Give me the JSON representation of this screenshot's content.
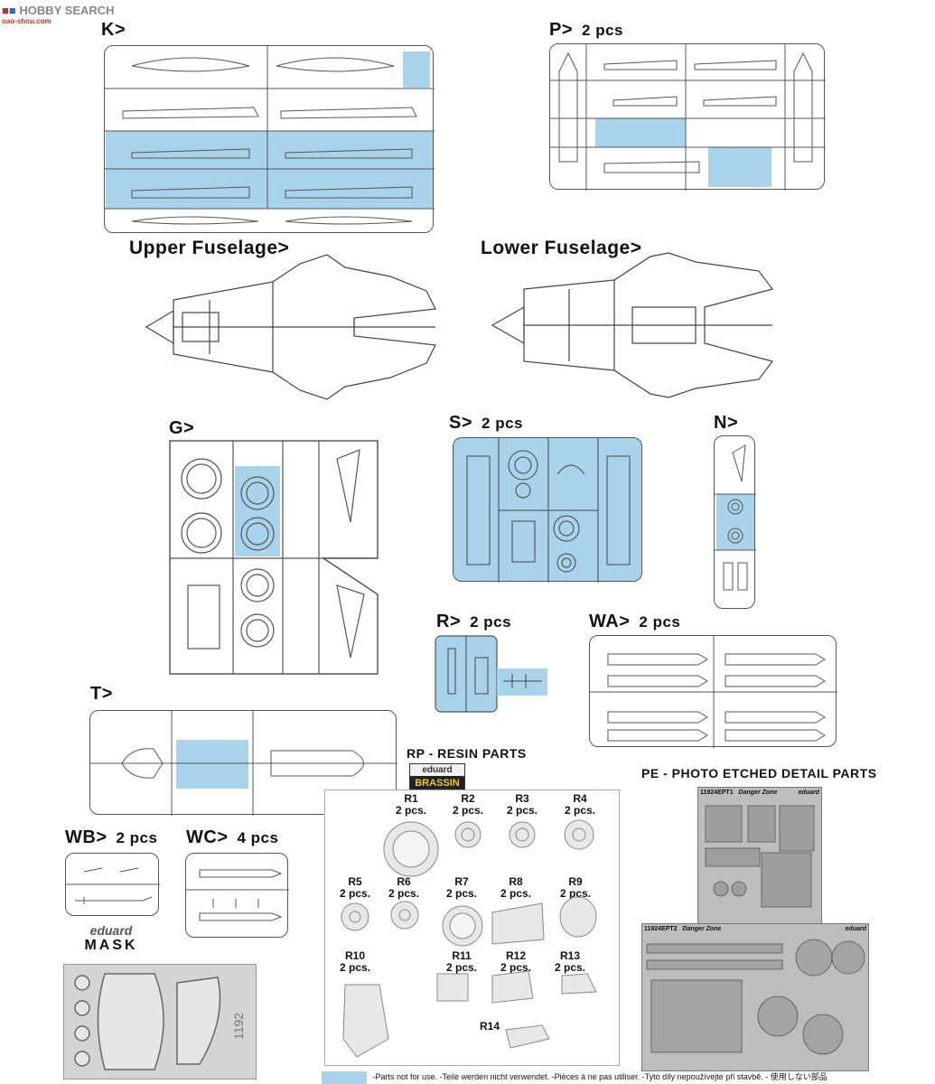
{
  "watermark": {
    "text": "HOBBY SEARCH",
    "sub": "oao-shou.com"
  },
  "sprues": {
    "K": {
      "label": "K>",
      "pcs": ""
    },
    "P": {
      "label": "P>",
      "pcs": "2 pcs"
    },
    "S": {
      "label": "S>",
      "pcs": "2 pcs"
    },
    "N": {
      "label": "N>",
      "pcs": ""
    },
    "G": {
      "label": "G>",
      "pcs": ""
    },
    "R": {
      "label": "R>",
      "pcs": "2 pcs"
    },
    "WA": {
      "label": "WA>",
      "pcs": "2 pcs"
    },
    "T": {
      "label": "T>",
      "pcs": ""
    },
    "WB": {
      "label": "WB>",
      "pcs": "2 pcs"
    },
    "WC": {
      "label": "WC>",
      "pcs": "4 pcs"
    }
  },
  "fuselage": {
    "upper": "Upper Fuselage>",
    "lower": "Lower Fuselage>"
  },
  "resin": {
    "title": "RP - RESIN PARTS",
    "logo_top": "eduard",
    "logo_bottom": "BRASSIN",
    "parts": [
      {
        "id": "R1",
        "qty": "2 pcs."
      },
      {
        "id": "R2",
        "qty": "2 pcs."
      },
      {
        "id": "R3",
        "qty": "2 pcs."
      },
      {
        "id": "R4",
        "qty": "2 pcs."
      },
      {
        "id": "R5",
        "qty": "2 pcs."
      },
      {
        "id": "R6",
        "qty": "2 pcs."
      },
      {
        "id": "R7",
        "qty": "2 pcs."
      },
      {
        "id": "R8",
        "qty": "2 pcs."
      },
      {
        "id": "R9",
        "qty": "2 pcs."
      },
      {
        "id": "R10",
        "qty": "2 pcs."
      },
      {
        "id": "R11",
        "qty": "2 pcs."
      },
      {
        "id": "R12",
        "qty": "2 pcs."
      },
      {
        "id": "R13",
        "qty": "2 pcs."
      },
      {
        "id": "R14",
        "qty": ""
      }
    ]
  },
  "photo_etch": {
    "title": "PE - PHOTO ETCHED DETAIL PARTS",
    "fret1": {
      "code": "11924EPT1",
      "name": "Danger Zone",
      "brand": "eduard"
    },
    "fret2": {
      "code": "11924EPT2",
      "name": "Danger Zone",
      "brand": "eduard"
    }
  },
  "mask": {
    "brand": "eduard",
    "word": "MASK",
    "number": "1192"
  },
  "footer": {
    "text": "-Parts not for use. -Teile werden nicht verwendet. -Pièces à ne pas utiliser. -Tyto díly nepoužívejte při stavbě. -   使用しない部品",
    "color": "#a8d3ea"
  },
  "colors": {
    "highlight": "#a8d3ea",
    "line": "#444444"
  }
}
